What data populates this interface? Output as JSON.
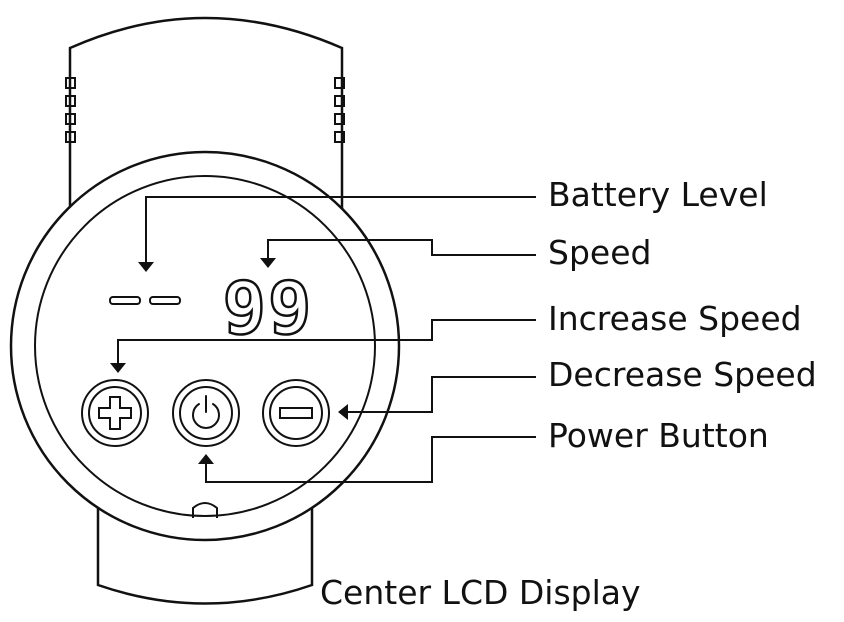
{
  "display": {
    "battery_indicator": "- -",
    "speed_value": "99"
  },
  "labels": {
    "battery_level": "Battery Level",
    "speed": "Speed",
    "increase_speed": "Increase Speed",
    "decrease_speed": "Decrease Speed",
    "power_button": "Power Button",
    "center_lcd_display": "Center LCD Display"
  },
  "icons": {
    "increase": "plus-icon",
    "power": "power-icon",
    "decrease": "minus-icon"
  },
  "colors": {
    "stroke": "#111111",
    "background": "#ffffff"
  }
}
